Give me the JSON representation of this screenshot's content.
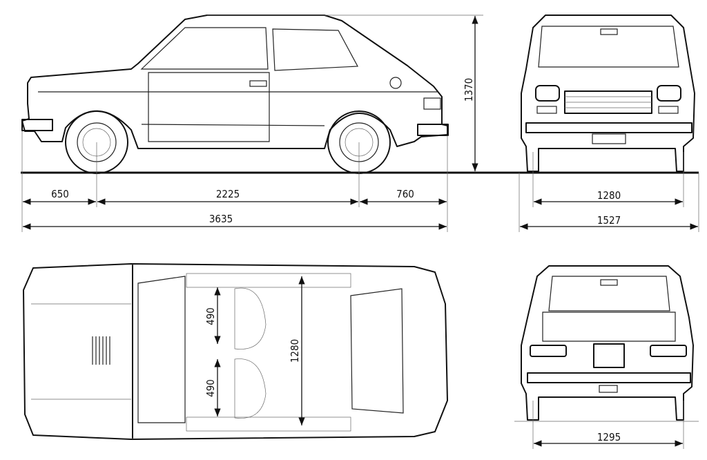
{
  "side_view": {
    "front_overhang": "650",
    "wheelbase": "2225",
    "rear_overhang": "760",
    "overall_length": "3635",
    "overall_height": "1370"
  },
  "front_view": {
    "front_track": "1280",
    "overall_width": "1527"
  },
  "top_view": {
    "seat_width_front": "490",
    "seat_width_rear": "490",
    "interior_width": "1280"
  },
  "rear_view": {
    "rear_track": "1295"
  }
}
